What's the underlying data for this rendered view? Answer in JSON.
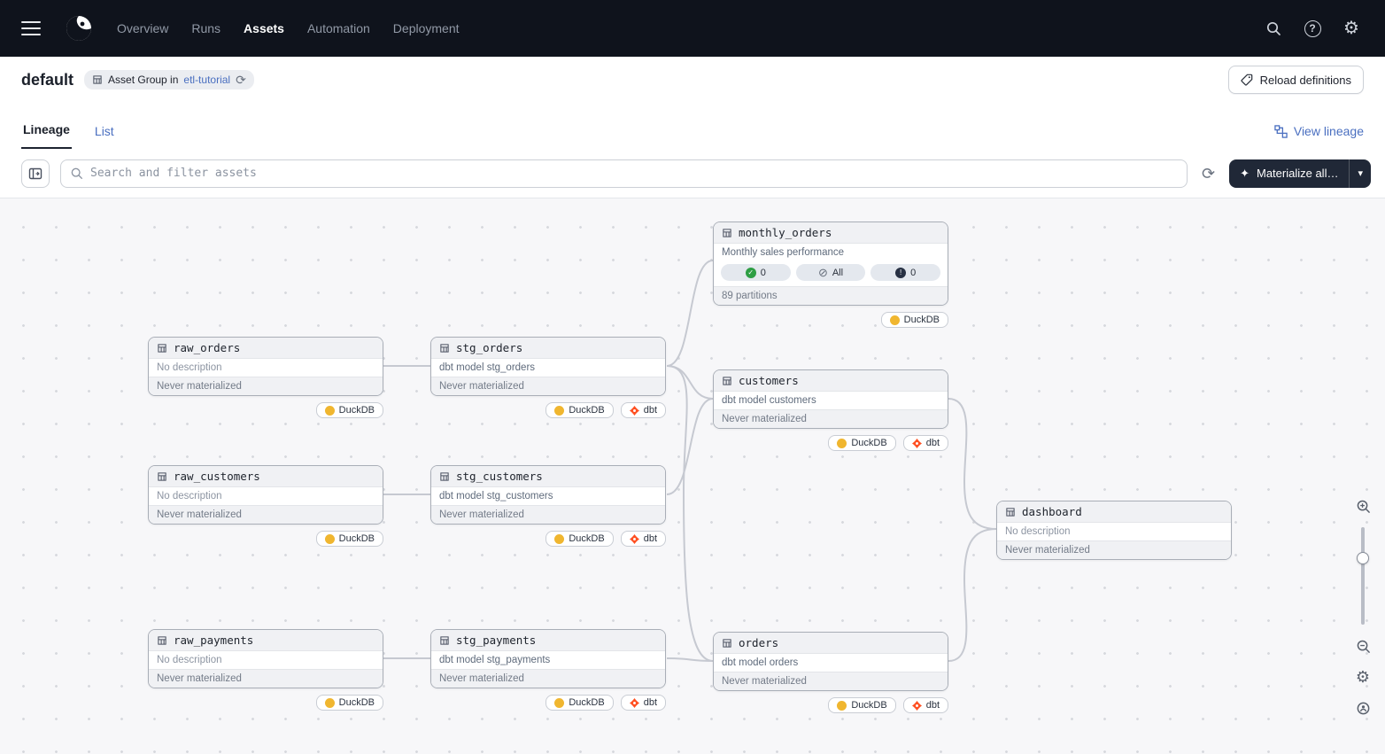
{
  "app": {
    "name": "Dagster"
  },
  "nav": {
    "items": [
      {
        "label": "Overview"
      },
      {
        "label": "Runs"
      },
      {
        "label": "Assets"
      },
      {
        "label": "Automation"
      },
      {
        "label": "Deployment"
      }
    ]
  },
  "header": {
    "title": "default",
    "badge": {
      "prefix": "Asset Group in",
      "link": "etl-tutorial"
    },
    "reload_button": "Reload definitions"
  },
  "tabs": {
    "lineage": "Lineage",
    "list": "List",
    "view_lineage": "View lineage"
  },
  "toolbar": {
    "search_placeholder": "Search and filter assets",
    "materialize_button": "Materialize all…"
  },
  "graph": {
    "nodes": [
      {
        "name": "monthly_orders",
        "description": "Monthly sales performance",
        "partitions": "89 partitions",
        "chips": [
          {
            "icon": "check-circle",
            "label": "0"
          },
          {
            "icon": "slash-circle",
            "label": "All"
          },
          {
            "icon": "alert-circle",
            "label": "0"
          }
        ],
        "tags": [
          "DuckDB"
        ]
      },
      {
        "name": "raw_orders",
        "description": "No description",
        "status": "Never materialized",
        "tags": [
          "DuckDB"
        ]
      },
      {
        "name": "stg_orders",
        "description": "dbt model stg_orders",
        "status": "Never materialized",
        "tags": [
          "DuckDB",
          "dbt"
        ]
      },
      {
        "name": "customers",
        "description": "dbt model customers",
        "status": "Never materialized",
        "tags": [
          "DuckDB",
          "dbt"
        ]
      },
      {
        "name": "raw_customers",
        "description": "No description",
        "status": "Never materialized",
        "tags": [
          "DuckDB"
        ]
      },
      {
        "name": "stg_customers",
        "description": "dbt model stg_customers",
        "status": "Never materialized",
        "tags": [
          "DuckDB",
          "dbt"
        ]
      },
      {
        "name": "dashboard",
        "description": "No description",
        "status": "Never materialized",
        "tags": []
      },
      {
        "name": "raw_payments",
        "description": "No description",
        "status": "Never materialized",
        "tags": [
          "DuckDB"
        ]
      },
      {
        "name": "stg_payments",
        "description": "dbt model stg_payments",
        "status": "Never materialized",
        "tags": [
          "DuckDB",
          "dbt"
        ]
      },
      {
        "name": "orders",
        "description": "dbt model orders",
        "status": "Never materialized",
        "tags": [
          "DuckDB",
          "dbt"
        ]
      }
    ],
    "edges": [
      {
        "from": "raw_orders",
        "to": "stg_orders"
      },
      {
        "from": "raw_customers",
        "to": "stg_customers"
      },
      {
        "from": "raw_payments",
        "to": "stg_payments"
      },
      {
        "from": "stg_orders",
        "to": "monthly_orders"
      },
      {
        "from": "stg_orders",
        "to": "customers"
      },
      {
        "from": "stg_orders",
        "to": "orders"
      },
      {
        "from": "stg_customers",
        "to": "customers"
      },
      {
        "from": "stg_payments",
        "to": "orders"
      },
      {
        "from": "customers",
        "to": "dashboard"
      },
      {
        "from": "orders",
        "to": "dashboard"
      }
    ]
  }
}
